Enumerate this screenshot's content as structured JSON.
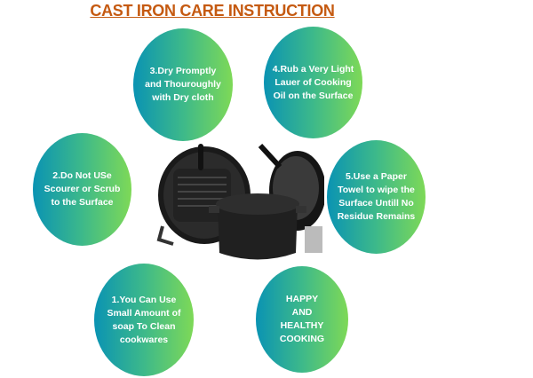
{
  "title": "CAST IRON CARE INSTRUCTION",
  "steps": {
    "step1": "1.You Can Use Small Amount of soap To Clean cookwares",
    "step2": "2.Do Not USe Scourer or Scrub to the Surface",
    "step3": "3.Dry Promptly and Thouroughly with Dry cloth",
    "step4": "4.Rub a Very Light Lauer of Cooking Oil on the Surface",
    "step5": "5.Use a Paper Towel to wipe the Surface Untill No Residue Remains",
    "closing": "HAPPY AND HEALTHY COOKING"
  },
  "colors": {
    "title": "#c55a11",
    "gradient_start": "#0a93b3",
    "gradient_end": "#7ed957"
  }
}
